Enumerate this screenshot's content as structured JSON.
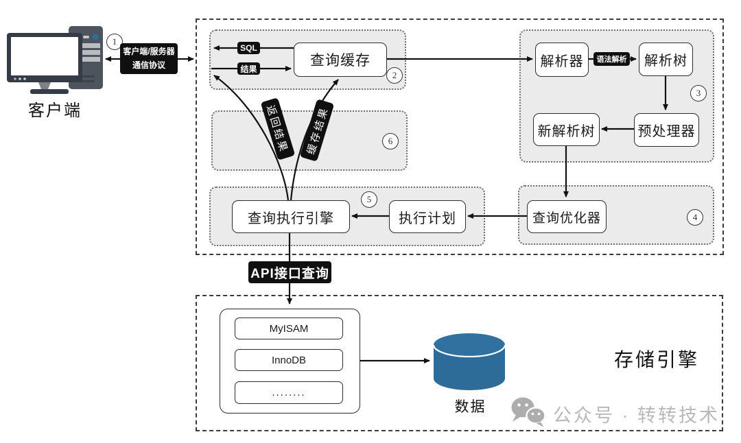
{
  "diagram": {
    "client": {
      "label": "客户端",
      "icon": "desktop-computer-icon"
    },
    "protocol": {
      "step": "1",
      "line1": "客户端/服务器",
      "line2": "通信协议"
    },
    "query_cache": {
      "step": "2",
      "box": "查询缓存",
      "sql_label": "SQL",
      "result_label": "结果"
    },
    "parse_group": {
      "step": "3",
      "parser": "解析器",
      "syntax_parse": "语法解析",
      "parse_tree": "解析树",
      "preprocessor": "预处理器",
      "new_parse_tree": "新解析树"
    },
    "cache_flow": {
      "step": "6",
      "return_result": "返回结果",
      "cache_result": "缓存结果"
    },
    "exec_group": {
      "step": "5",
      "execution_engine": "查询执行引擎",
      "execution_plan": "执行计划"
    },
    "optimizer_group": {
      "step": "4",
      "optimizer": "查询优化器"
    },
    "api_label": "API接口查询",
    "storage": {
      "title": "存储引擎",
      "engines": [
        "MyISAM",
        "InnoDB",
        "........"
      ],
      "data_label": "数据",
      "data_icon": "database-cylinder-icon"
    },
    "watermark": {
      "text": "公众号 · 转转技术",
      "icon": "wechat-icon"
    }
  },
  "colors": {
    "cylinder_blue_body": "#2d6b99",
    "cylinder_blue_top": "#31719f",
    "label_black": "#101010",
    "region_grey": "#ebebeb",
    "watermark_grey": "#b9b9b9"
  }
}
